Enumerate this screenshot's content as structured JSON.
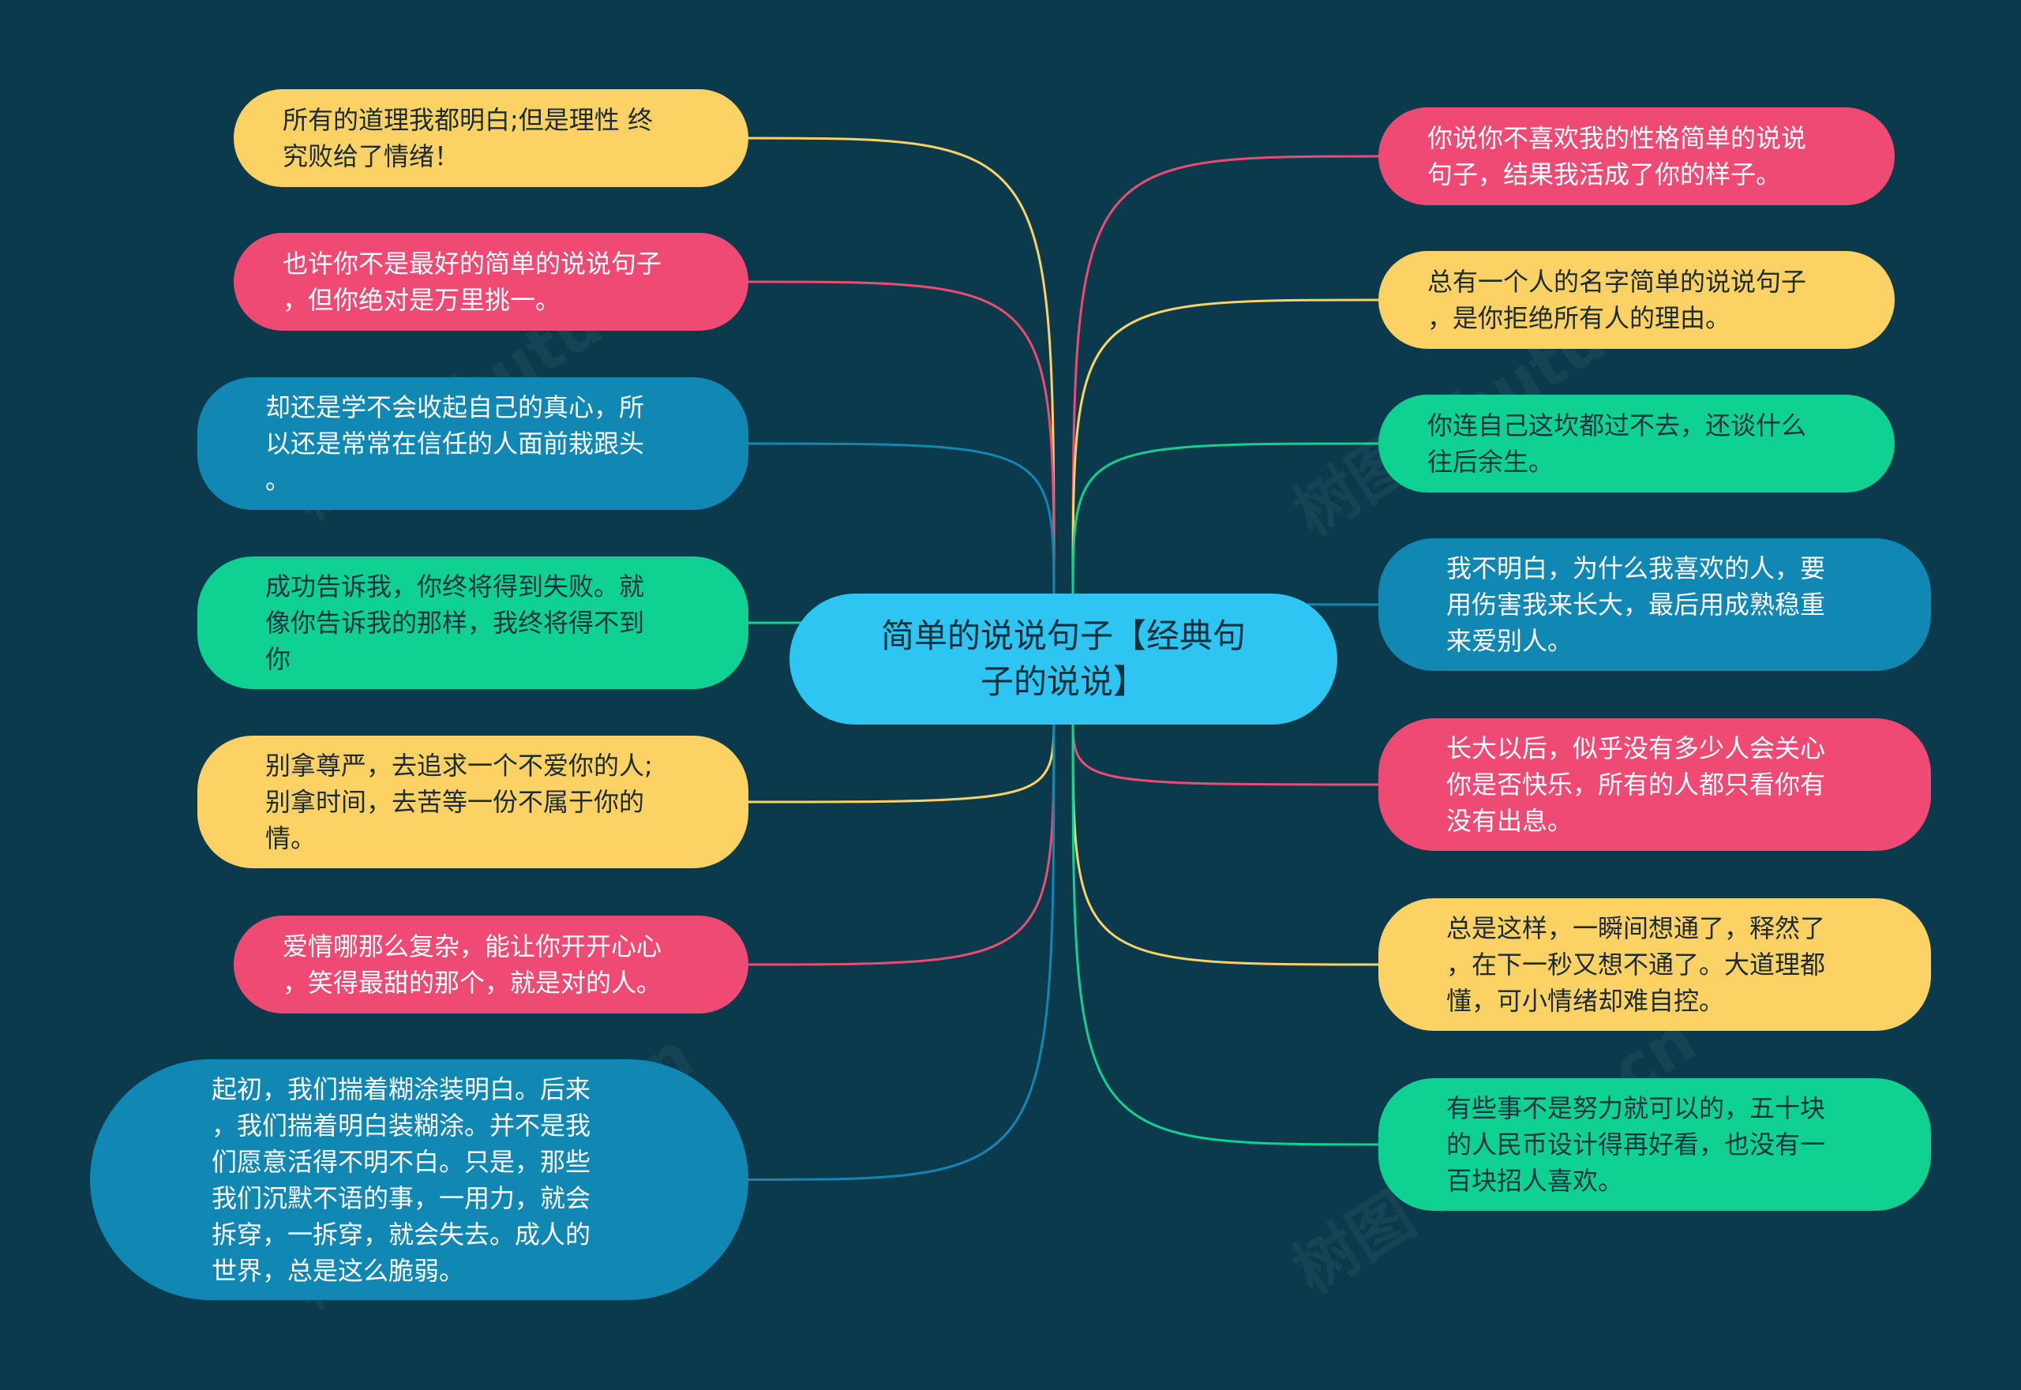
{
  "colors": {
    "background": "#0b3a4c",
    "yellow": "#fdd264",
    "pink": "#ee4a73",
    "blue": "#1187b4",
    "green": "#0fd192",
    "center": "#2ec5f3"
  },
  "center": {
    "text": "简单的说说句子【经典句\n子的说说】"
  },
  "left_nodes": [
    {
      "color": "yellow",
      "text": "所有的道理我都明白;但是理性 终\n究败给了情绪！"
    },
    {
      "color": "pink",
      "text": "也许你不是最好的简单的说说句子\n，但你绝对是万里挑一。"
    },
    {
      "color": "blue",
      "text": "却还是学不会收起自己的真心，所\n以还是常常在信任的人面前栽跟头\n。"
    },
    {
      "color": "green",
      "text": "成功告诉我，你终将得到失败。就\n像你告诉我的那样，我终将得不到\n你"
    },
    {
      "color": "yellow",
      "text": "别拿尊严，去追求一个不爱你的人;\n别拿时间，去苦等一份不属于你的\n情。"
    },
    {
      "color": "pink",
      "text": "爱情哪那么复杂，能让你开开心心\n，笑得最甜的那个，就是对的人。"
    },
    {
      "color": "blue",
      "text": "起初，我们揣着糊涂装明白。后来\n，我们揣着明白装糊涂。并不是我\n们愿意活得不明不白。只是，那些\n我们沉默不语的事，一用力，就会\n拆穿，一拆穿，就会失去。成人的\n世界，总是这么脆弱。"
    }
  ],
  "right_nodes": [
    {
      "color": "pink",
      "text": "你说你不喜欢我的性格简单的说说\n句子，结果我活成了你的样子。"
    },
    {
      "color": "yellow",
      "text": "总有一个人的名字简单的说说句子\n，是你拒绝所有人的理由。"
    },
    {
      "color": "green",
      "text": "你连自己这坎都过不去，还谈什么\n往后余生。"
    },
    {
      "color": "blue",
      "text": "我不明白，为什么我喜欢的人，要\n用伤害我来长大，最后用成熟稳重\n来爱别人。"
    },
    {
      "color": "pink",
      "text": "长大以后，似乎没有多少人会关心\n你是否快乐，所有的人都只看你有\n没有出息。"
    },
    {
      "color": "yellow",
      "text": "总是这样，一瞬间想通了，释然了\n，在下一秒又想不通了。大道理都\n懂，可小情绪却难自控。"
    },
    {
      "color": "green",
      "text": "有些事不是努力就可以的，五十块\n的人民币设计得再好看，也没有一\n百块招人喜欢。"
    }
  ]
}
